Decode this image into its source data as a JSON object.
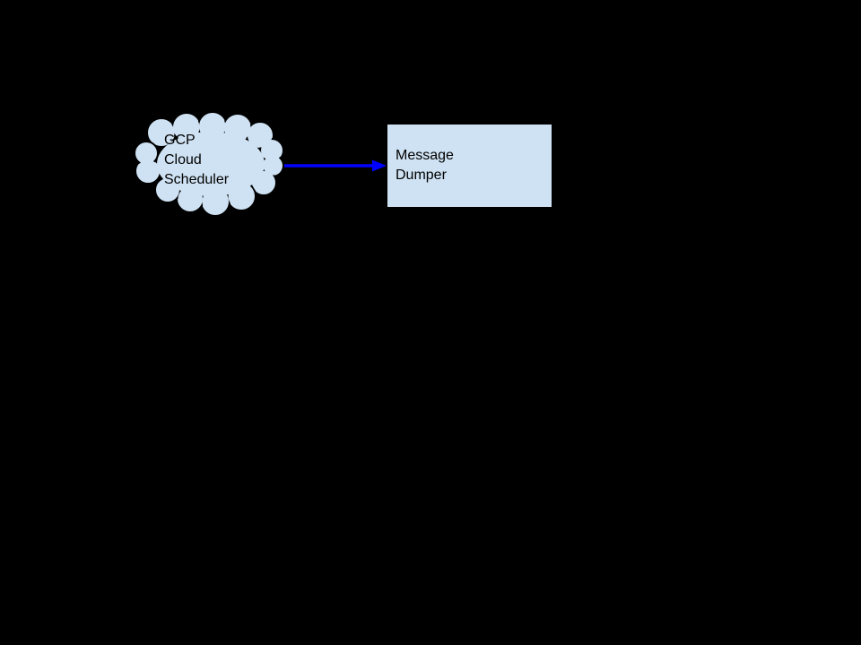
{
  "page": {
    "background_color": "#000000"
  },
  "diagram": {
    "nodes": [
      {
        "id": "gcp-cloud-scheduler",
        "shape": "cloud",
        "label": "GCP\nCloud\nScheduler",
        "fill": "#cfe2f3",
        "stroke": "#000000",
        "text_color": "#000000"
      },
      {
        "id": "message-dumper",
        "shape": "rectangle",
        "label": "Message\nDumper",
        "fill": "#cfe2f3",
        "stroke": "none",
        "text_color": "#000000"
      }
    ],
    "edges": [
      {
        "id": "scheduler-to-dumper",
        "from": "gcp-cloud-scheduler",
        "to": "message-dumper",
        "color": "#0000ff",
        "arrowhead": "triangle-right"
      }
    ]
  }
}
